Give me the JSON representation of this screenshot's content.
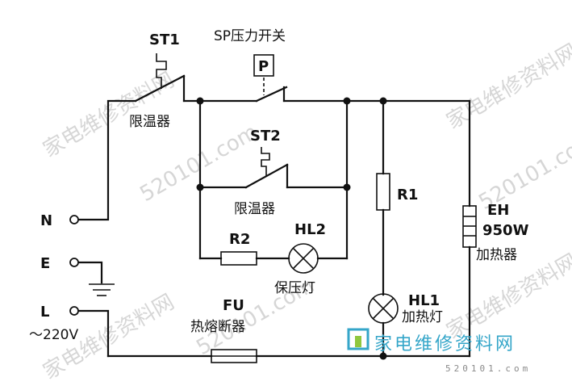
{
  "components": {
    "st1": {
      "name": "ST1",
      "desc": "限温器"
    },
    "sp": {
      "name": "SP压力开关",
      "symbol": "P"
    },
    "st2": {
      "name": "ST2",
      "desc": "限温器"
    },
    "r1": {
      "name": "R1"
    },
    "r2": {
      "name": "R2"
    },
    "hl2": {
      "name": "HL2",
      "desc": "保压灯"
    },
    "eh": {
      "name": "EH",
      "power": "950W",
      "desc": "加热器"
    },
    "hl1": {
      "name": "HL1",
      "desc": "加热灯"
    },
    "fu": {
      "name": "FU",
      "desc": "热熔断器"
    }
  },
  "terminals": {
    "n": "N",
    "e": "E",
    "l": "L",
    "voltage": "～220V"
  },
  "watermark": {
    "cn": "家电维修资料网",
    "url": "520101.com",
    "logo_cn": "家电维修资料网",
    "logo_url": "520101.com"
  }
}
